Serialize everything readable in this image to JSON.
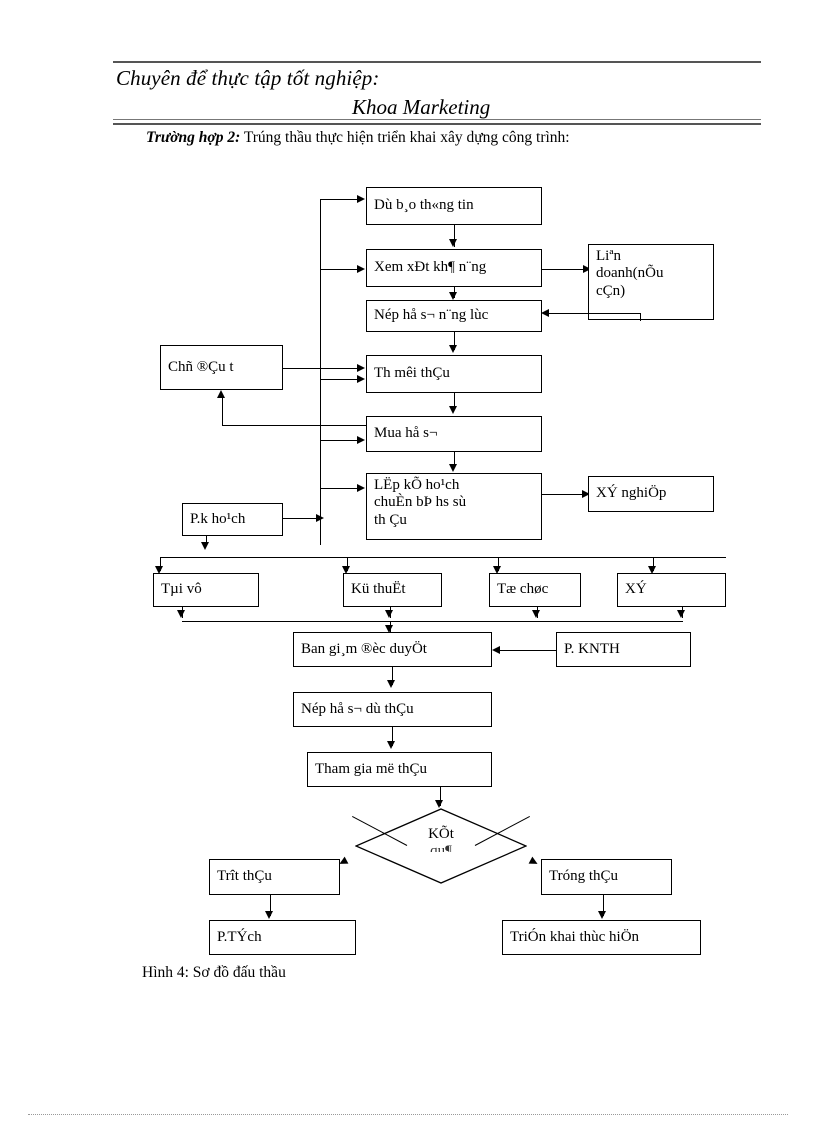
{
  "header": {
    "line1": "Chuyên để thực tập tốt nghiệp:",
    "line2": "Khoa Marketing",
    "case_lead": "Trường hợp 2:",
    "case_text": " Trúng thầu thực hiện triển khai xây dựng công trình:"
  },
  "figure": {
    "caption": "Hình 4: Sơ đồ đấu thầu",
    "nodes": {
      "du_bao_thong_tin": "Dù b¸o th«ng tin",
      "xem_xet_kha_nang": "Xem xÐt kh¶ n¨ng",
      "lien_doanh": "Liªn\ndoanh(nÕu\ncÇn)",
      "nop_ho_so_nang_luc": "Nép hå s¬ n¨ng lùc",
      "chu_dau_tu": "Chñ ®Çu t",
      "thu_moi_thau": "Th  mêi thÇu",
      "mua_ho_so": "Mua hå s¬",
      "lap_ke_hoach": "LËp kÕ ho¹ch\nchuÈn bÞ hs sù\nth Çu",
      "xi_nghiep": "XÝ nghiÖp",
      "phong_ke_hoach": "P.k ho¹ch",
      "tai_vu": "Tµi vô",
      "ky_thuat": "Kü thuËt",
      "to_chuc": "Tæ chøc",
      "xi": "XÝ",
      "ban_giam_doc_duyet": "Ban gi¸m ®èc duyÖt",
      "p_knth": "P. KNTH",
      "nop_ho_so_du_thau": "Nép hå s¬ dù thÇu",
      "tham_gia_mo_thau": "Tham gia më thÇu",
      "ket_qua_line1": "KÕt",
      "ket_qua_line2": "qu¶",
      "truot_thau": "Trît  thÇu",
      "trung_thau": "Tróng thÇu",
      "p_tich": "P.TÝch",
      "trien_khai_thuc_hien": "TriÓn khai thùc hiÖn"
    }
  },
  "colors": {
    "ink": "#000000",
    "rule": "#555555",
    "paper": "#ffffff"
  }
}
